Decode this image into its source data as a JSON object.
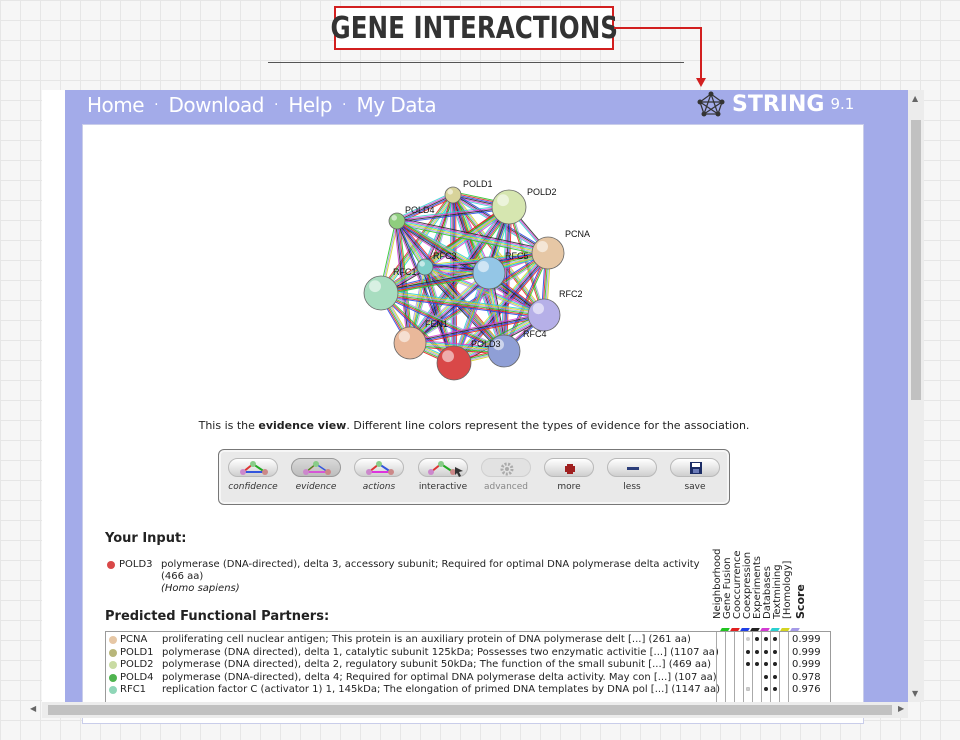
{
  "annotation": {
    "title": "GENE INTERACTIONS"
  },
  "nav": {
    "items": [
      "Home",
      "Download",
      "Help",
      "My Data"
    ],
    "separator": "·"
  },
  "brand": {
    "name": "STRING",
    "version": "9.1"
  },
  "network": {
    "nodes": [
      {
        "label": "POLD1",
        "color": "#d8d39a"
      },
      {
        "label": "POLD2",
        "color": "#d6e6b0"
      },
      {
        "label": "POLD4",
        "color": "#8fce7e"
      },
      {
        "label": "PCNA",
        "color": "#e6c7a5"
      },
      {
        "label": "RFC3",
        "color": "#7fcfca"
      },
      {
        "label": "RFC5",
        "color": "#94c6e6"
      },
      {
        "label": "RFC1",
        "color": "#a8ddc0"
      },
      {
        "label": "RFC2",
        "color": "#b6b0e8"
      },
      {
        "label": "FEN1",
        "color": "#e9b89a"
      },
      {
        "label": "RFC4",
        "color": "#8f9fd6"
      },
      {
        "label": "POLD3",
        "color": "#d94848"
      }
    ]
  },
  "description": {
    "prefix": "This is the ",
    "bold": "evidence view",
    "suffix": ". Different line colors represent the types of evidence for the association."
  },
  "toolbar": {
    "buttons": [
      {
        "label": "confidence"
      },
      {
        "label": "evidence"
      },
      {
        "label": "actions"
      },
      {
        "label": "interactive"
      },
      {
        "label": "advanced"
      },
      {
        "label": "more"
      },
      {
        "label": "less"
      },
      {
        "label": "save"
      }
    ]
  },
  "input": {
    "heading": "Your Input:",
    "name": "POLD3",
    "description": "polymerase (DNA-directed), delta 3, accessory subunit; Required for optimal DNA polymerase delta activity",
    "length": "(466 aa)",
    "organism": "(Homo sapiens)"
  },
  "partners": {
    "heading": "Predicted Functional Partners:",
    "evidence_headers": [
      "Neighborhood",
      "Gene Fusion",
      "Cooccurrence",
      "Coexpression",
      "Experiments",
      "Databases",
      "Textmining",
      "[Homology]"
    ],
    "evidence_colors": [
      "#22c422",
      "#e11f1f",
      "#1f3fe6",
      "#222222",
      "#d23bd2",
      "#2ad0d0",
      "#d4d422",
      "#a59ae8"
    ],
    "score_header": "Score",
    "rows": [
      {
        "name": "PCNA",
        "color": "#e6c7a5",
        "description": "proliferating cell nuclear antigen; This protein is an auxiliary protein of DNA polymerase delt [...] (261 aa)",
        "score": "0.999"
      },
      {
        "name": "POLD1",
        "color": "#b8b67a",
        "description": "polymerase (DNA directed), delta 1, catalytic subunit 125kDa; Possesses two enzymatic activitie [...] (1107 aa)",
        "score": "0.999"
      },
      {
        "name": "POLD2",
        "color": "#c9dba3",
        "description": "polymerase (DNA directed), delta 2, regulatory subunit 50kDa; The function of the small subunit [...] (469 aa)",
        "score": "0.999"
      },
      {
        "name": "POLD4",
        "color": "#4fb44f",
        "description": "polymerase (DNA-directed), delta 4; Required for optimal DNA polymerase delta activity. May con [...] (107 aa)",
        "score": "0.978"
      },
      {
        "name": "RFC1",
        "color": "#8fd6b7",
        "description": "replication factor C (activator 1) 1, 145kDa; The elongation of primed DNA templates by DNA pol [...] (1147 aa)",
        "score": "0.976"
      }
    ]
  }
}
